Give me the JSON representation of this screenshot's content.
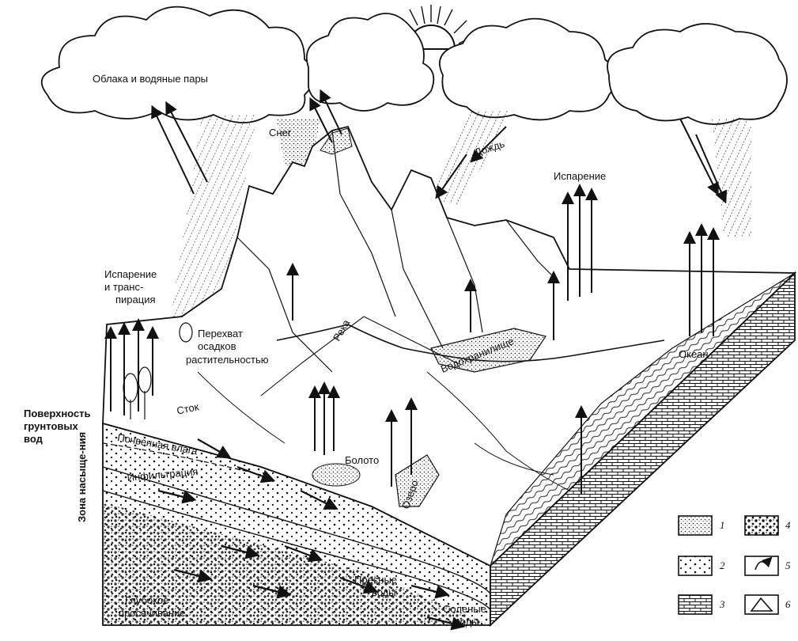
{
  "labels": {
    "clouds": "Облака и водяные пары",
    "snow": "Снег",
    "rain": "Дождь",
    "evaporation": "Испарение",
    "evap_transpiration_1": "Испарение",
    "evap_transpiration_2": "и транс-",
    "evap_transpiration_3": "пирация",
    "interception_1": "Перехват",
    "interception_2": "осадков",
    "interception_3": "растительностью",
    "river": "Река",
    "reservoir": "Водохранилище",
    "ocean": "Океан",
    "runoff": "Сток",
    "groundwater_surface_1": "Поверхность",
    "groundwater_surface_2": "грунтовых",
    "groundwater_surface_3": "вод",
    "soil_moisture": "Почвенная влага",
    "infiltration": "Инфильтрация",
    "saturation_zone": "Зона насыще-ния",
    "swamp": "Болото",
    "lake": "Озеро",
    "fresh_water_1": "Пресные",
    "fresh_water_2": "воды",
    "saline_water_1": "Соленые",
    "saline_water_2": "воды",
    "deep_percolation_1": "Глубокое",
    "deep_percolation_2": "просачивание"
  },
  "legend": [
    {
      "num": "1",
      "pattern": "fine-dots"
    },
    {
      "num": "2",
      "pattern": "sparse-dots"
    },
    {
      "num": "3",
      "pattern": "brick"
    },
    {
      "num": "4",
      "pattern": "coarse-dots"
    },
    {
      "num": "5",
      "pattern": "arrow-symbol"
    },
    {
      "num": "6",
      "pattern": "triangle-arrows"
    }
  ]
}
